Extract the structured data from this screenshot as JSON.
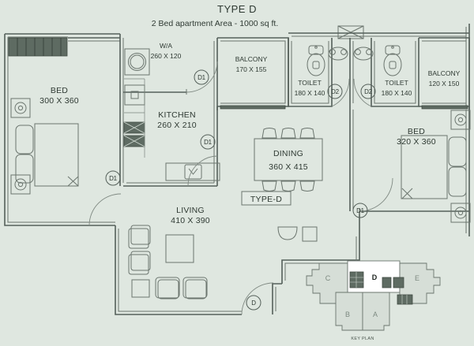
{
  "document": {
    "type": "floor-plan",
    "title": "TYPE D",
    "subtitle": "2 Bed apartment   Area - 1000 sq ft.",
    "plan_tag": "TYPE-D",
    "background_color": "#dfe7e0",
    "line_color": "#55605a"
  },
  "rooms": [
    {
      "id": "bed-left",
      "label": "BED",
      "dimensions": "300 X 360"
    },
    {
      "id": "washing-area",
      "label": "W/A",
      "dimensions": "260 X 120"
    },
    {
      "id": "kitchen",
      "label": "KITCHEN",
      "dimensions": "260 X 210"
    },
    {
      "id": "balcony-left",
      "label": "BALCONY",
      "dimensions": "170 X 155"
    },
    {
      "id": "toilet-left",
      "label": "TOILET",
      "dimensions": "180 X 140"
    },
    {
      "id": "toilet-right",
      "label": "TOILET",
      "dimensions": "180 X 140"
    },
    {
      "id": "balcony-right",
      "label": "BALCONY",
      "dimensions": "120 X 150"
    },
    {
      "id": "dining",
      "label": "DINING",
      "dimensions": "360 X 415"
    },
    {
      "id": "bed-right",
      "label": "BED",
      "dimensions": "320 X 360"
    },
    {
      "id": "living",
      "label": "LIVING",
      "dimensions": "410 X 390"
    }
  ],
  "doors": [
    {
      "id": "door-wa",
      "tag": "D1"
    },
    {
      "id": "door-kitchen",
      "tag": "D1"
    },
    {
      "id": "door-bed-left",
      "tag": "D1"
    },
    {
      "id": "door-toilet-left",
      "tag": "D2"
    },
    {
      "id": "door-toilet-right",
      "tag": "D2"
    },
    {
      "id": "door-bed-right",
      "tag": "D1"
    },
    {
      "id": "door-main-entry",
      "tag": "D"
    }
  ],
  "key_plan": {
    "caption": "KEY PLAN",
    "units": [
      {
        "id": "unit-c",
        "label": "C",
        "active": false
      },
      {
        "id": "unit-d",
        "label": "D",
        "active": true
      },
      {
        "id": "unit-e",
        "label": "E",
        "active": false
      },
      {
        "id": "unit-b",
        "label": "B",
        "active": false
      },
      {
        "id": "unit-a",
        "label": "A",
        "active": false
      }
    ]
  }
}
